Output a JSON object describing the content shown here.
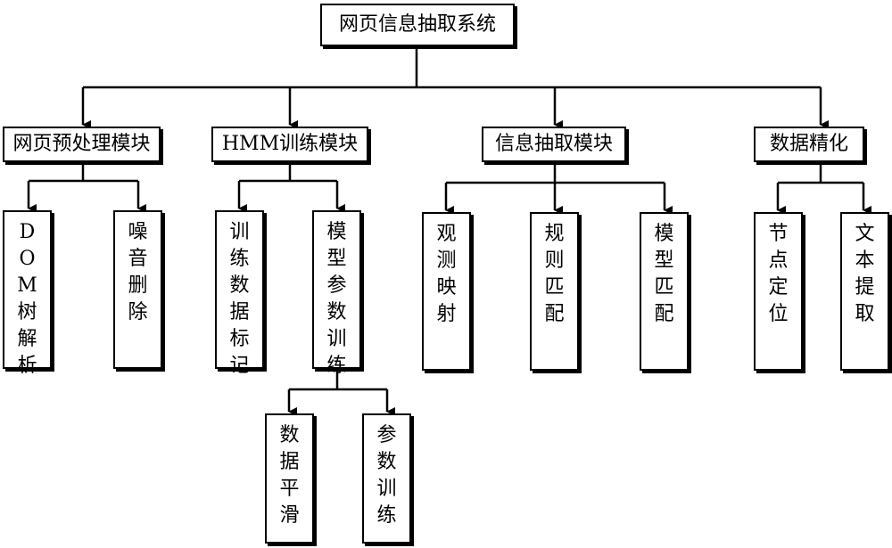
{
  "root": "网页信息抽取系统",
  "modules": [
    {
      "label": "网页预处理模块",
      "children": [
        "DOM树解析",
        "噪音删除"
      ]
    },
    {
      "label": "HMM训练模块",
      "children": [
        "训练数据标记",
        "模型参数训练"
      ],
      "sub_children": [
        "数据平滑",
        "参数训练"
      ]
    },
    {
      "label": "信息抽取模块",
      "children": [
        "观测映射",
        "规则匹配",
        "模型匹配"
      ]
    },
    {
      "label": "数据精化",
      "children": [
        "节点定位",
        "文本提取"
      ]
    }
  ]
}
